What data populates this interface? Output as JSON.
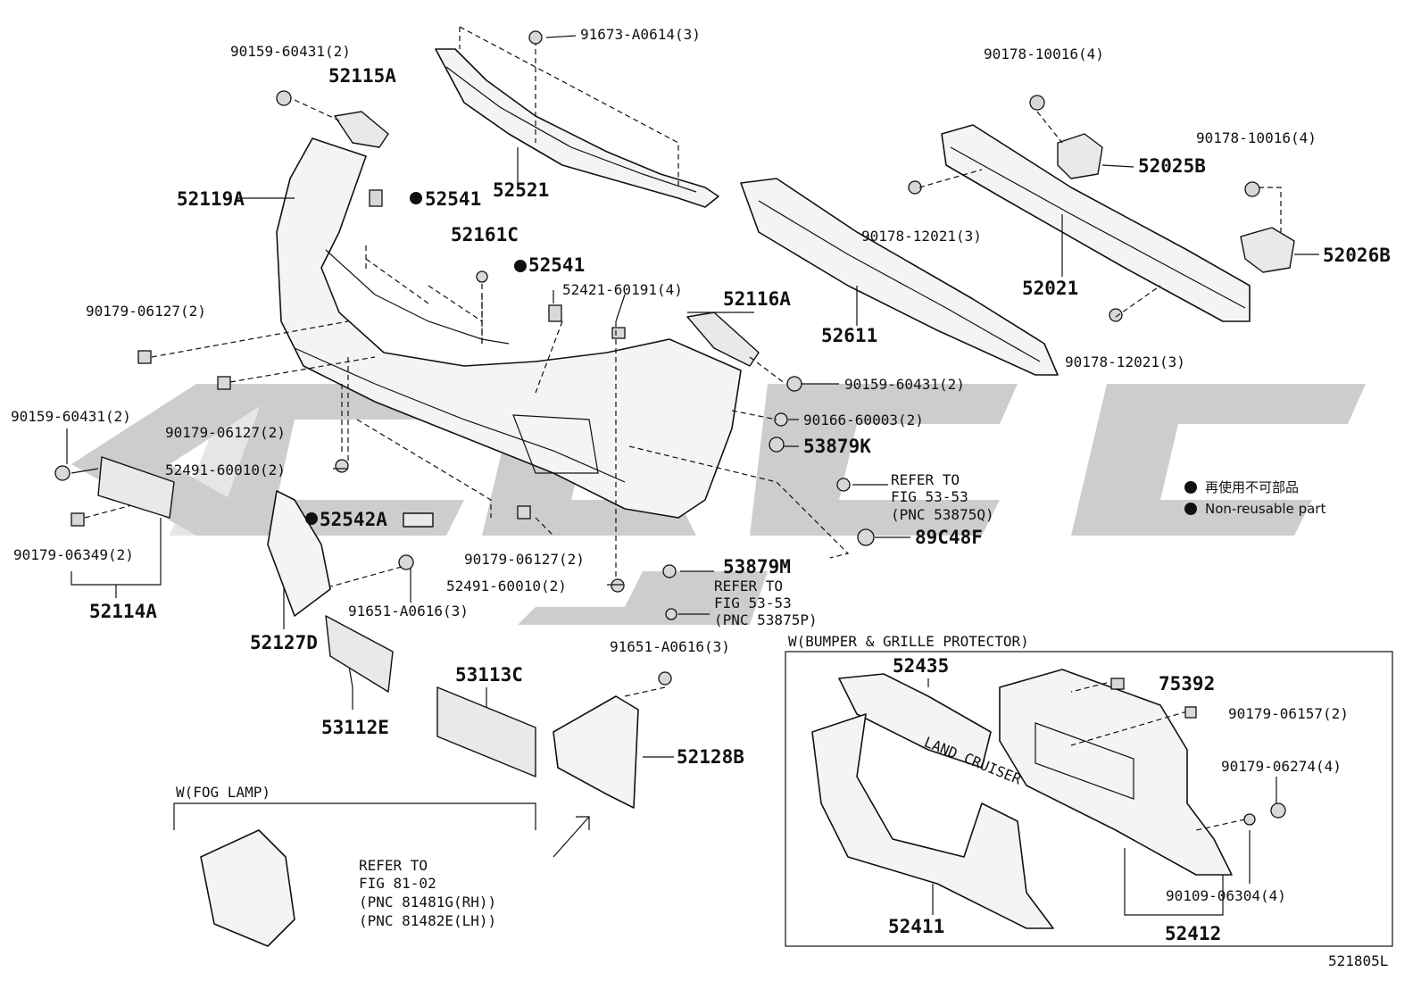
{
  "diagram": {
    "figure_code": "521805L",
    "labels": {
      "p90159_top": "90159-60431(2)",
      "p52115A": "52115A",
      "p52119A": "52119A",
      "p52541_a": "52541",
      "p52521": "52521",
      "p91673": "91673-A0614(3)",
      "p90178_10016_a": "90178-10016(4)",
      "p52025B": "52025B",
      "p90178_10016_b": "90178-10016(4)",
      "p52026B": "52026B",
      "p90178_12021_a": "90178-12021(3)",
      "p52021": "52021",
      "p52611": "52611",
      "p90178_12021_b": "90178-12021(3)",
      "p52161C": "52161C",
      "p52541_b": "52541",
      "p52421": "52421-60191(4)",
      "p52116A": "52116A",
      "p90179_06127_a": "90179-06127(2)",
      "p90159_mid": "90159-60431(2)",
      "p90166": "90166-60003(2)",
      "p53879K": "53879K",
      "p90159_left": "90159-60431(2)",
      "p90179_06127_b": "90179-06127(2)",
      "p52491_a": "52491-60010(2)",
      "p90179_06349": "90179-06349(2)",
      "p52114A": "52114A",
      "p52542A": "52542A",
      "p90179_06127_c": "90179-06127(2)",
      "p52491_b": "52491-60010(2)",
      "p53879M": "53879M",
      "p89C48F": "89C48F",
      "p91651_a": "91651-A0616(3)",
      "p52127D": "52127D",
      "p53112E": "53112E",
      "p53113C": "53113C",
      "p91651_b": "91651-A0616(3)",
      "p52128B": "52128B"
    },
    "refer_53_53_a": [
      "REFER TO",
      "FIG 53-53",
      "(PNC 53875Q)"
    ],
    "refer_53_53_b": [
      "REFER TO",
      "FIG 53-53",
      "(PNC 53875P)"
    ],
    "fog_lamp_box": {
      "title": "W(FOG LAMP)",
      "refer": [
        "REFER TO",
        "FIG 81-02",
        "(PNC 81481G(RH))",
        "(PNC 81482E(LH))"
      ]
    },
    "protector_box": {
      "title": "W(BUMPER & GRILLE PROTECTOR)",
      "labels": {
        "p52435": "52435",
        "p75392": "75392",
        "p90179_06157": "90179-06157(2)",
        "p90179_06274": "90179-06274(4)",
        "p90109_06304": "90109-06304(4)",
        "p52411": "52411",
        "p52412": "52412"
      },
      "emblem_text": "LAND CRUISER"
    },
    "legend": {
      "line1": "再使用不可部品",
      "line2": "Non-reusable part"
    }
  }
}
